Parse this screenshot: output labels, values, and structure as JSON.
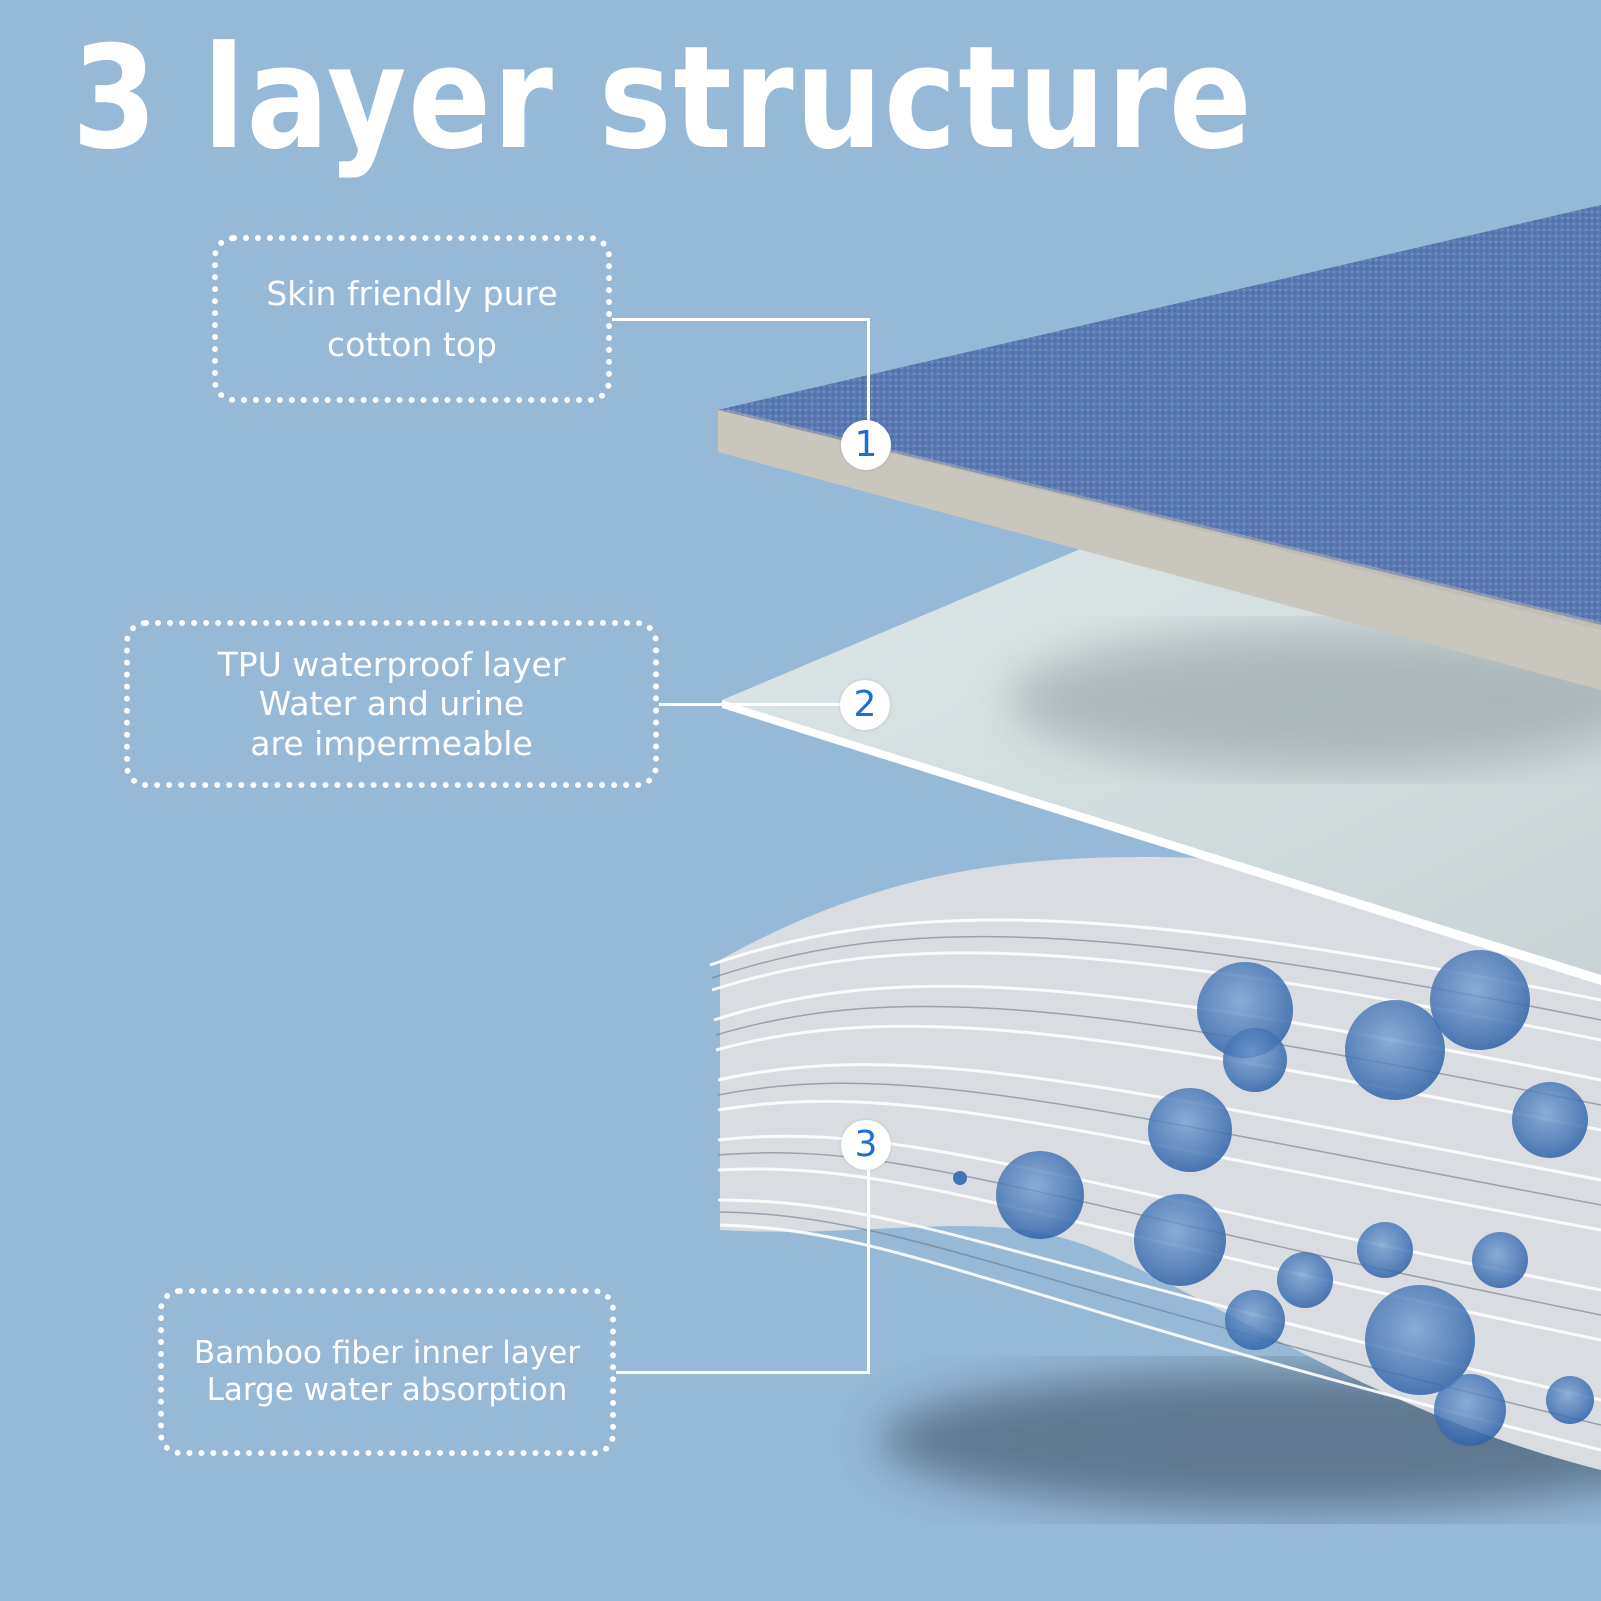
{
  "title": "3 layer structure",
  "colors": {
    "background": "#95b9d6",
    "text": "#ffffff",
    "marker_text": "#1a6fd1",
    "cotton_top": "#5878b2",
    "cotton_edge": "#c9c6bd",
    "tpu_layer": "#d9e3e4",
    "droplet": "#3f74b8"
  },
  "layers": [
    {
      "number": "1",
      "name": "cotton-top",
      "label_lines": [
        "Skin friendly pure",
        "cotton top"
      ]
    },
    {
      "number": "2",
      "name": "tpu-waterproof",
      "label_lines": [
        "TPU waterproof layer",
        "Water and urine",
        "are impermeable"
      ]
    },
    {
      "number": "3",
      "name": "bamboo-fiber",
      "label_lines": [
        "Bamboo fiber inner layer",
        "Large water absorption"
      ]
    }
  ]
}
